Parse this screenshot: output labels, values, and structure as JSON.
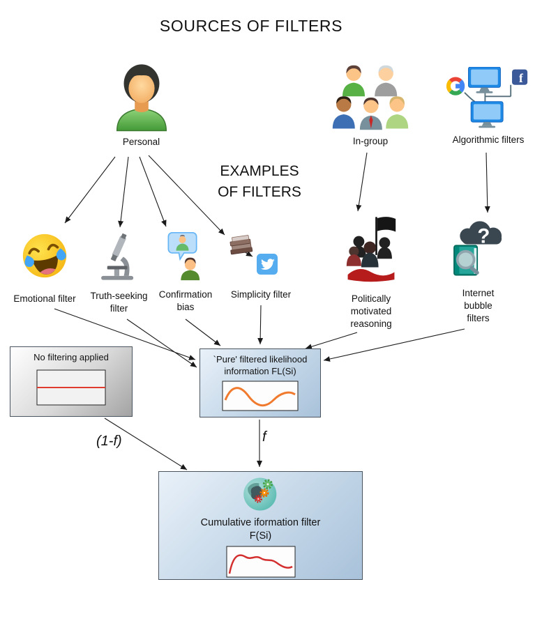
{
  "title": "SOURCES OF FILTERS",
  "examples_heading": "EXAMPLES\nOF FILTERS",
  "sources": {
    "personal": {
      "label": "Personal"
    },
    "ingroup": {
      "label": "In-group"
    },
    "algorithmic": {
      "label": "Algorithmic filters"
    }
  },
  "filters": {
    "emotional": {
      "label": "Emotional filter"
    },
    "truth_seeking": {
      "label": "Truth-seeking filter"
    },
    "confirmation": {
      "label": "Confirmation bias"
    },
    "simplicity": {
      "label": "Simplicity filter"
    },
    "political": {
      "label": "Politically motivated reasoning"
    },
    "bubble": {
      "label": "Internet bubble filters"
    }
  },
  "boxes": {
    "no_filter": {
      "title": "No filtering applied",
      "line_color": "#e03b2f",
      "line_shape": "flat-horizontal"
    },
    "pure": {
      "title": "`Pure' filtered likelihood information FL(Si)",
      "line_color": "#f07b2f",
      "line_shape": "sine-wave"
    },
    "cumulative": {
      "title": "Cumulative iformation filter F(Si)",
      "line_color": "#d32f2f",
      "line_shape": "wavy-decline"
    }
  },
  "edge_labels": {
    "one_minus_f": "(1-f)",
    "f": "f"
  },
  "icon_glyphs": {
    "question_mark": "?",
    "facebook_f": "f"
  }
}
